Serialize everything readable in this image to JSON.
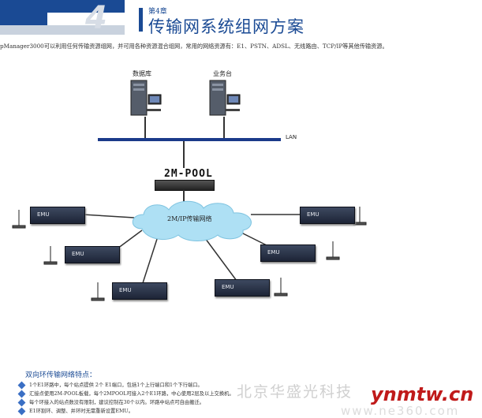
{
  "header": {
    "chapter": "第4章",
    "title": "传输网系统组网方案",
    "chapter_number_glyph": "4"
  },
  "intro": "pManager3000可以利用任何传输资源组网，并可用各种资源混合组网，常用的网络资源有：E1、PSTN、ADSL、无线路由、TCP/IP等其他传输资源。",
  "diagram": {
    "db_label": "数据库",
    "biz_label": "业务台",
    "lan_label": "LAN",
    "pool_label": "2M-POOL",
    "cloud_label": "2M/IP传输网络",
    "emu_label": "EMU"
  },
  "features": {
    "title": "双向环传输网络特点：",
    "items": [
      "1个E1环路中，每个站点提供 2个 E1端口，包括1个上行端口和1个下行端口。",
      "汇接点使用2M-POOL板载，每个2MPOOL可接入2个E1环路，中心使用2层及以上交换机。",
      "每个环接入的站点数没有限制，建议控制在30个以内。环路中站点可自由搬迁。",
      "E1环割环、调整、并环时无需重新设置EMU。"
    ]
  },
  "watermark": {
    "company": "北京华盛光科技",
    "site": "ynmtw.cn",
    "site_faint": "www.ne360.com"
  },
  "colors": {
    "brand_blue": "#1a4a94",
    "watermark_red": "#c01a1a"
  }
}
